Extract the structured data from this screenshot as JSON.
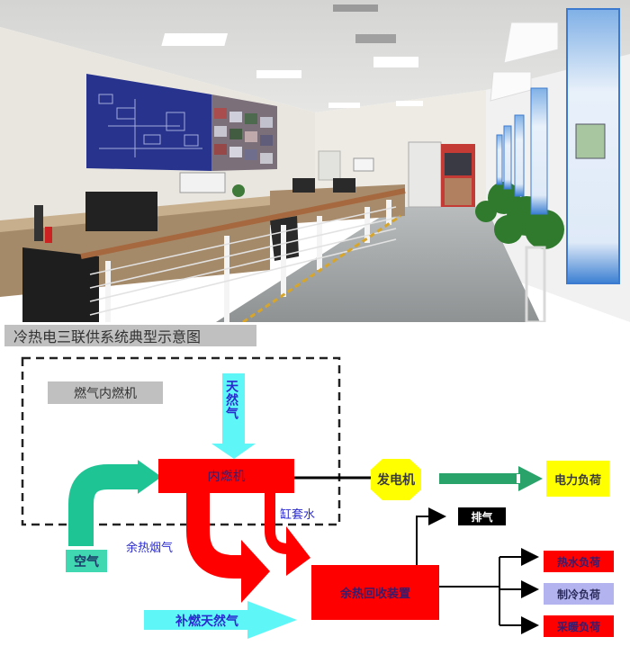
{
  "photo": {
    "description": "control room with video wall, desks, railings and wall posters",
    "video_wall": {
      "left_panel": "system schematic display",
      "right_panel": "surveillance camera grid"
    }
  },
  "diagram": {
    "title": "冷热电三联供系统典型示意图",
    "group_label": "燃气内燃机",
    "nodes": {
      "natural_gas": "天然气",
      "engine": "内燃机",
      "air": "空气",
      "generator": "发电机",
      "power_load": "电力负荷",
      "exhaust": "排气",
      "heat_recovery": "余热回收装置",
      "hot_water_load": "热水负荷",
      "cooling_load": "制冷负荷",
      "heating_load": "采暖负荷"
    },
    "flow_labels": {
      "jacket_water": "缸套水",
      "waste_flue_gas": "余热烟气",
      "supplementary_gas": "补燃天然气"
    },
    "colors": {
      "red": "#ff0000",
      "cyan": "#5ff6f8",
      "teal": "#1fc495",
      "yellow": "#ffff00",
      "green_arrow": "#2aa36b",
      "lavender": "#b3b3f0",
      "text_blue": "#2a2ad0",
      "text_dark": "#3a1a6a",
      "gray_label": "#c0c0c0"
    }
  }
}
